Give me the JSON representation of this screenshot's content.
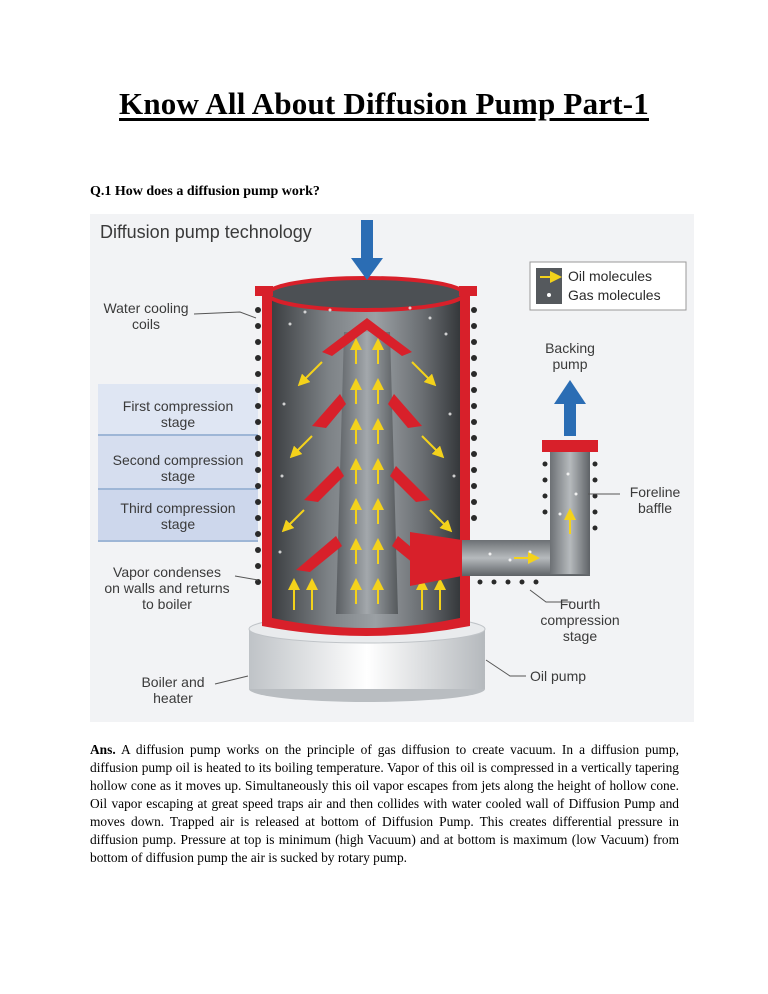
{
  "document": {
    "title": "Know All About Diffusion Pump Part-1",
    "question": "Q.1 How does a diffusion pump work?",
    "answer_label": "Ans.",
    "answer_text": " A diffusion pump works on the principle of gas diffusion to create vacuum. In a diffusion pump, diffusion pump oil is heated to its boiling temperature. Vapor of this oil is compressed in a vertically tapering hollow cone as it moves up. Simultaneously this oil vapor escapes from jets along the height of hollow cone. Oil vapor escaping at great speed traps air and then collides with water cooled wall of Diffusion Pump and moves down. Trapped air is released at bottom of Diffusion Pump. This creates differential pressure in diffusion pump. Pressure at top is minimum (high Vacuum) and at bottom is maximum (low Vacuum) from bottom of diffusion pump the air is sucked by rotary pump."
  },
  "diagram": {
    "heading": "Diffusion pump technology",
    "legend": {
      "oil": "Oil molecules",
      "gas": "Gas molecules"
    },
    "labels": {
      "water_cooling_1": "Water cooling",
      "water_cooling_2": "coils",
      "first_1": "First compression",
      "first_2": "stage",
      "second_1": "Second compression",
      "second_2": "stage",
      "third_1": "Third compression",
      "third_2": "stage",
      "vapor_1": "Vapor condenses",
      "vapor_2": "on walls and returns",
      "vapor_3": "to boiler",
      "boiler_1": "Boiler and",
      "boiler_2": "heater",
      "backing_1": "Backing",
      "backing_2": "pump",
      "foreline_1": "Foreline",
      "foreline_2": "baffle",
      "fourth_1": "Fourth",
      "fourth_2": "compression",
      "fourth_3": "stage",
      "oil_pump": "Oil pump"
    },
    "colors": {
      "wall_red": "#d8202a",
      "cylinder_gray": "#6d7276",
      "arrow_yellow": "#f4d21b",
      "flow_blue": "#2b6db4",
      "stage_band": "#dfe6f3",
      "label_text": "#3a3a3a"
    }
  }
}
